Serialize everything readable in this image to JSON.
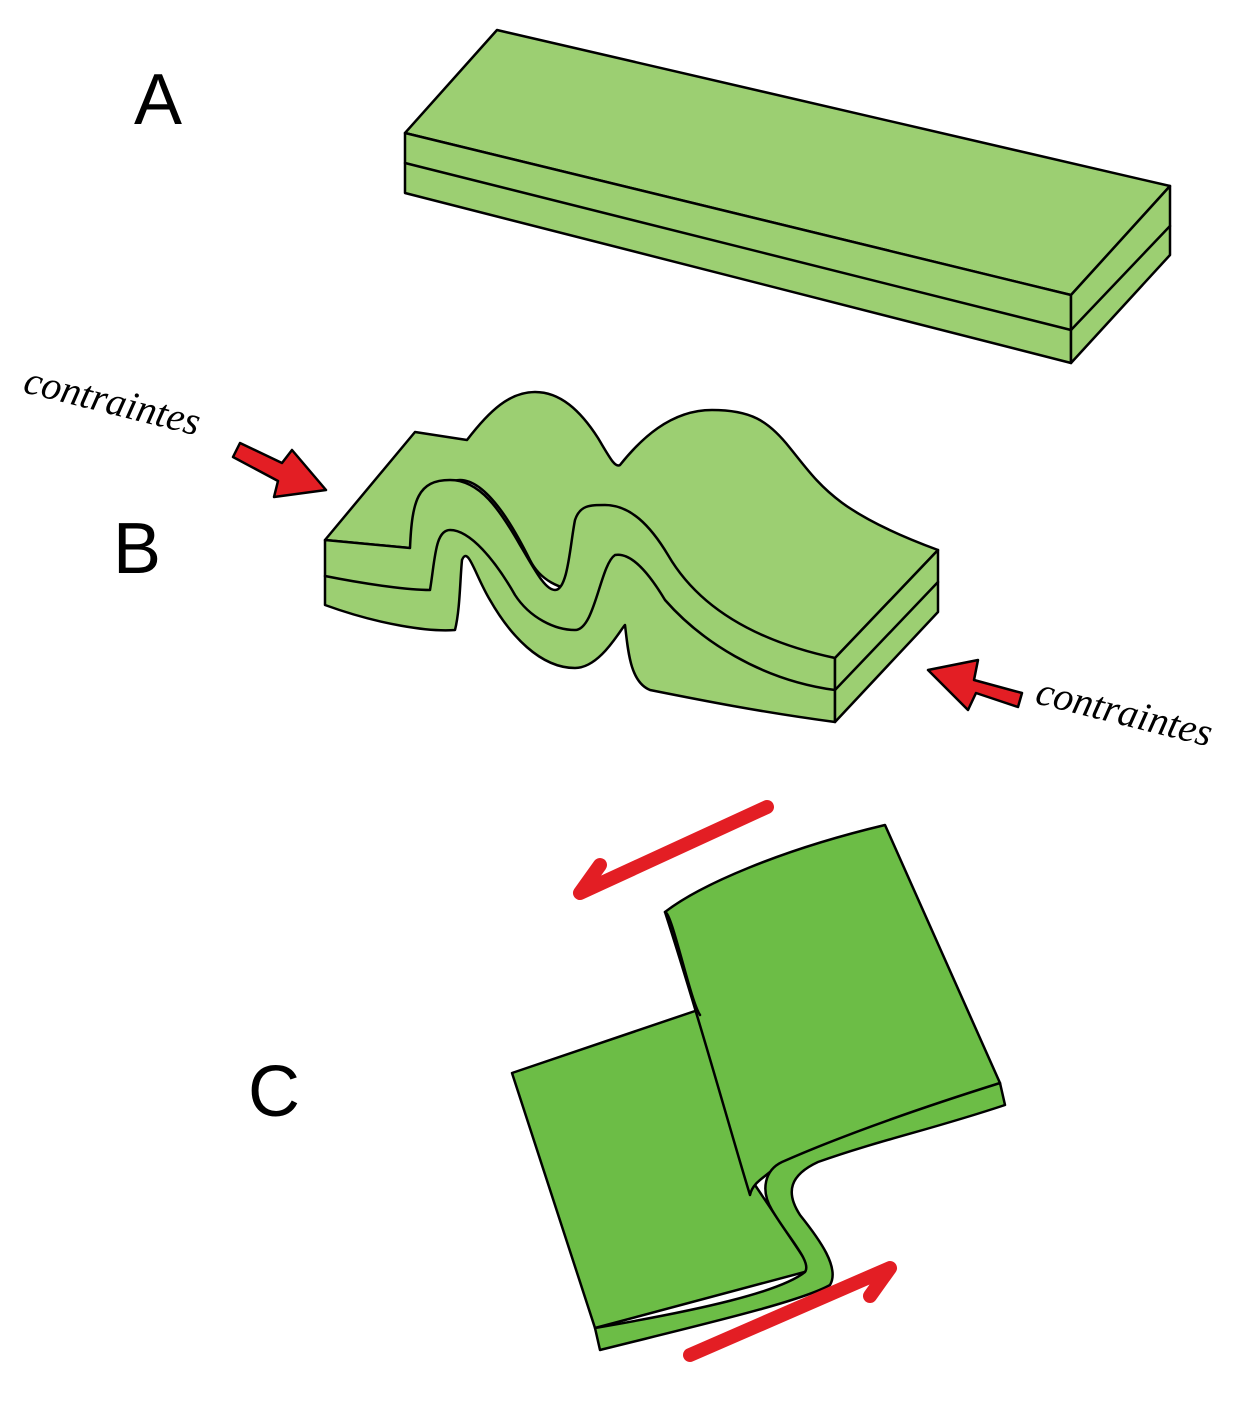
{
  "panels": {
    "a": {
      "label": "A"
    },
    "b": {
      "label": "B"
    },
    "c": {
      "label": "C"
    }
  },
  "stress": {
    "left_label": "contraintes",
    "right_label": "contraintes"
  },
  "colors": {
    "light_green": "#9ccf72",
    "dark_green": "#6cbd46",
    "arrow_red": "#e31e24",
    "outline": "#000000",
    "background": "#ffffff"
  }
}
